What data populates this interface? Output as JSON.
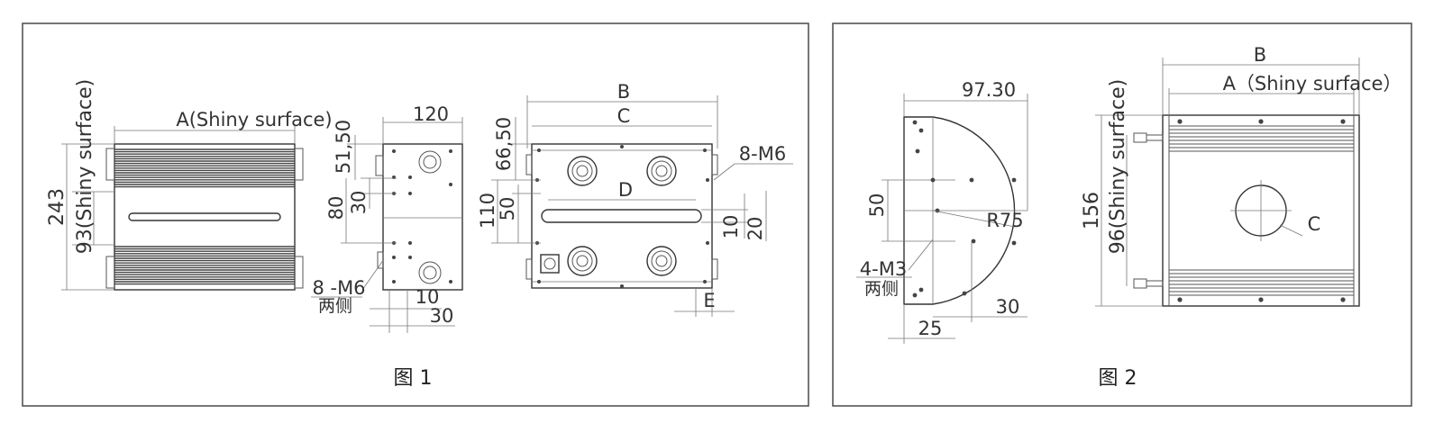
{
  "figure1": {
    "caption": "图 1",
    "front_view": {
      "width_label": "A(Shiny surface)",
      "height_outer_label": "243",
      "height_inner_label": "93(Shiny surface)"
    },
    "side_view": {
      "width_label": "120",
      "dim_51_50": "51,50",
      "dim_30_top": "30",
      "dim_80": "80",
      "dim_10": "10",
      "dim_30_bottom": "30",
      "holes_label": "8 -M6",
      "holes_note": "两侧"
    },
    "back_view": {
      "label_B": "B",
      "label_C": "C",
      "label_D": "D",
      "label_E": "E",
      "dim_66_50": "66,50",
      "dim_110": "110",
      "dim_50": "50",
      "dim_10": "10",
      "dim_20": "20",
      "holes_label": "8-M6"
    }
  },
  "figure2": {
    "caption": "图 2",
    "side_view": {
      "width_label": "97.30",
      "dim_50": "50",
      "radius_label": "R75",
      "holes_label": "4-M3",
      "holes_note": "两侧",
      "dim_30": "30",
      "dim_25": "25"
    },
    "front_view": {
      "label_B": "B",
      "label_A": "A（Shiny surface）",
      "height_outer_label": "156",
      "height_inner_label": "96(Shiny surface)",
      "label_C": "C"
    }
  }
}
